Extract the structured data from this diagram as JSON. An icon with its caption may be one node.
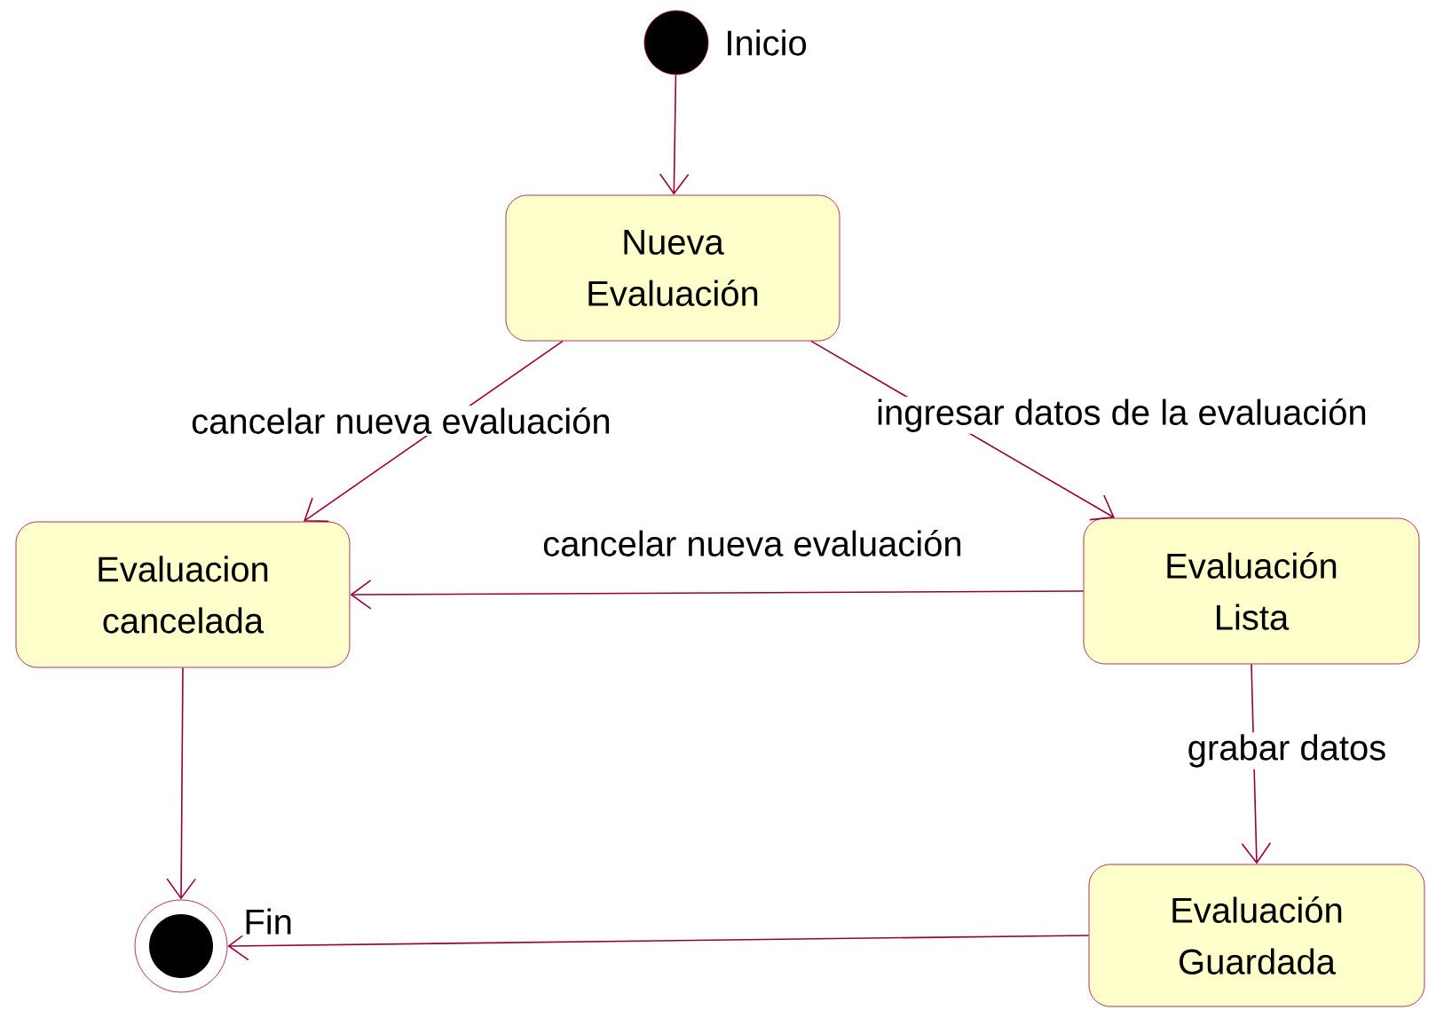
{
  "diagram": {
    "nodes": [
      {
        "text": [],
        "shape": "circle",
        "beside": [
          "Inicio"
        ]
      },
      {
        "text": [
          "Nueva Evaluación"
        ]
      },
      {
        "text": [
          "Evaluacion cancelada"
        ]
      },
      {
        "text": [
          "Evaluación Lista"
        ]
      },
      {
        "text": [
          "Evaluación Guardada"
        ]
      },
      {
        "text": [],
        "shape": "circle",
        "beside": [
          "Fin"
        ]
      }
    ],
    "edges": [
      {
        "from": 0,
        "to": 1,
        "arrow": "to"
      },
      {
        "from": 1,
        "to": 2,
        "arrow": "to",
        "label": "cancelar nueva evaluación"
      },
      {
        "from": 1,
        "to": 3,
        "arrow": "to",
        "label": "ingresar datos de la evaluación"
      },
      {
        "from": 3,
        "to": 2,
        "arrow": "to",
        "label": "cancelar nueva evaluación"
      },
      {
        "from": 3,
        "to": 4,
        "arrow": "to",
        "label": "grabar datos"
      },
      {
        "from": 2,
        "to": 5,
        "arrow": "to"
      },
      {
        "from": 4,
        "to": 5,
        "arrow": "to"
      }
    ]
  }
}
